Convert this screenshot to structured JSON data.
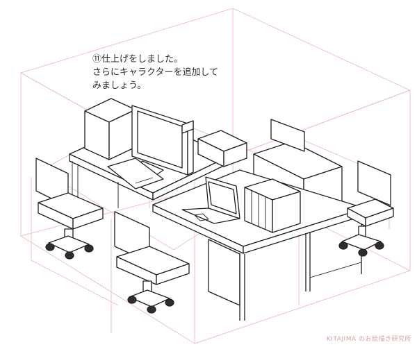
{
  "caption": {
    "line1": "⑪仕上げをしました。",
    "line2": "さらにキャラクターを追加して",
    "line3": "みましょう。"
  },
  "credit": "KITAJIMA のお絵描き研究所"
}
